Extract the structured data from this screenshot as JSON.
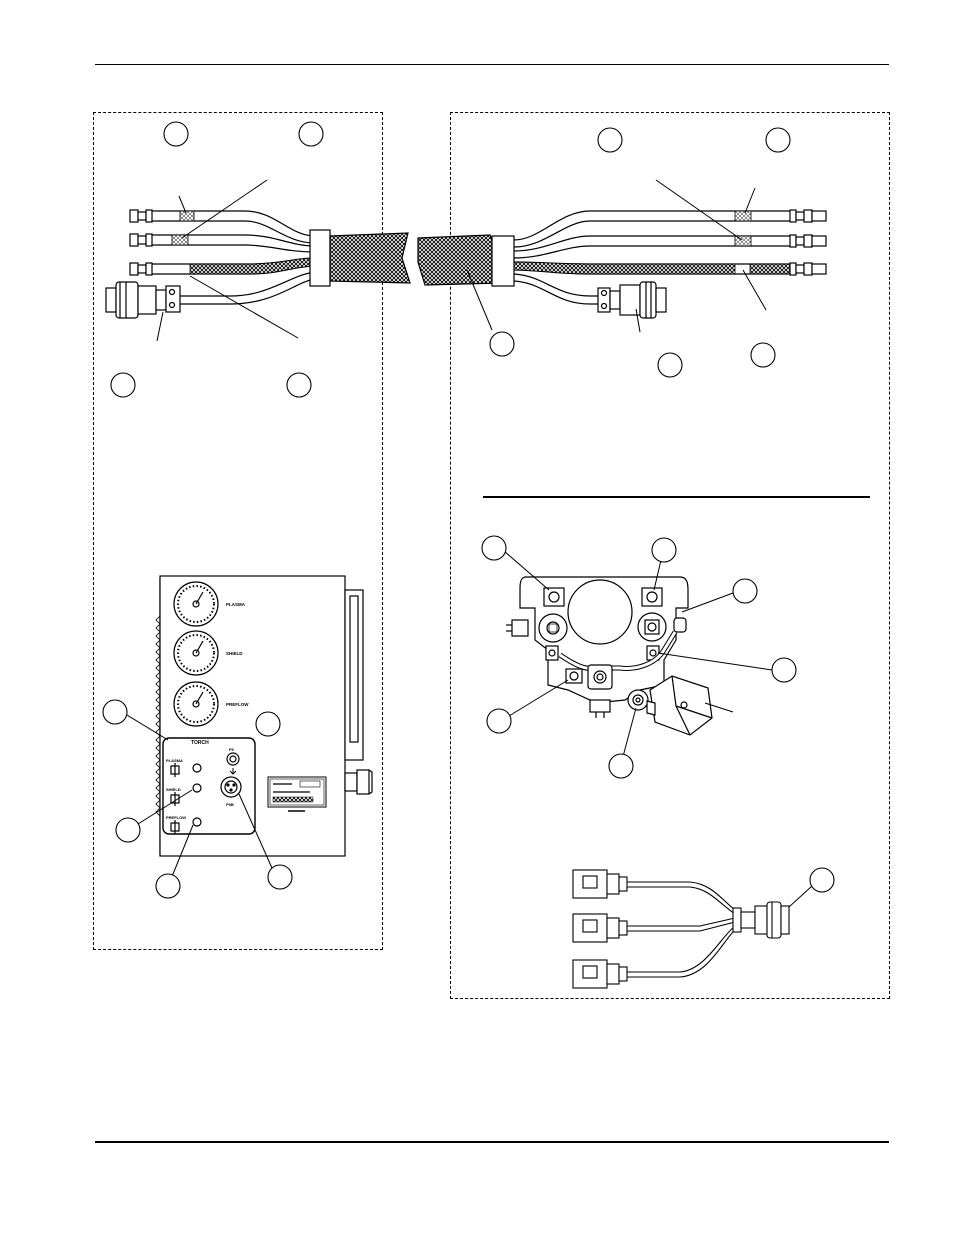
{
  "console": {
    "gauges": [
      {
        "label": "PLASMA"
      },
      {
        "label": "SHIELD"
      },
      {
        "label": "PREFLOW"
      }
    ],
    "control_panel_title": "TORCH",
    "switches": [
      {
        "label": "PLASMA"
      },
      {
        "label": "SHIELD"
      },
      {
        "label": "PREFLOW"
      }
    ],
    "connector_top_label": "P6",
    "connector_bottom_label": "P5B"
  },
  "colors": {
    "ink": "#000000",
    "paper": "#ffffff",
    "braid_fill": "#9a9a9a"
  },
  "icons": {
    "callout": "callout-circle-icon",
    "fitting": "hose-fitting-icon",
    "connector": "multipin-connector-icon",
    "gauge": "pressure-gauge-icon",
    "solenoid": "solenoid-valve-icon"
  }
}
